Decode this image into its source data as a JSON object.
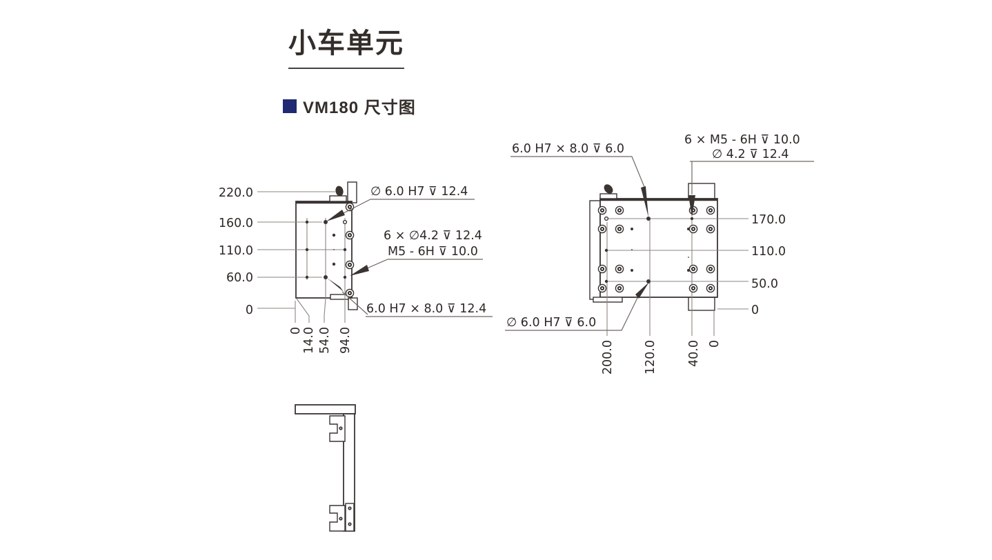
{
  "page_title": "小车单元",
  "section_heading": "VM180 尺寸图",
  "colors": {
    "accent_square": "#1f2a72",
    "drawing_line": "#3a3432",
    "dimension_line": "#8b847e",
    "text": "#2d2825"
  },
  "side_view": {
    "dims_left": [
      "220.0",
      "160.0",
      "110.0",
      "60.0",
      "0"
    ],
    "dims_bottom": [
      "0",
      "14.0",
      "54.0",
      "94.0"
    ],
    "callout_top": "∅ 6.0 H7  ⊽ 12.4",
    "callout_mid_line1": "6 × ∅4.2  ⊽ 12.4",
    "callout_mid_line2": "M5 - 6H  ⊽ 10.0",
    "callout_bottom": "6.0 H7 × 8.0  ⊽ 12.4"
  },
  "top_view": {
    "dims_right": [
      "170.0",
      "110.0",
      "50.0",
      "0"
    ],
    "dims_bottom": [
      "200.0",
      "120.0",
      "40.0",
      "0"
    ],
    "callout_left": "6.0 H7 × 8.0  ⊽ 6.0",
    "callout_right_line1": "6 ×  M5 - 6H  ⊽ 10.0",
    "callout_right_line2": "∅ 4.2  ⊽ 12.4",
    "callout_bottom": "∅ 6.0 H7  ⊽ 6.0"
  }
}
